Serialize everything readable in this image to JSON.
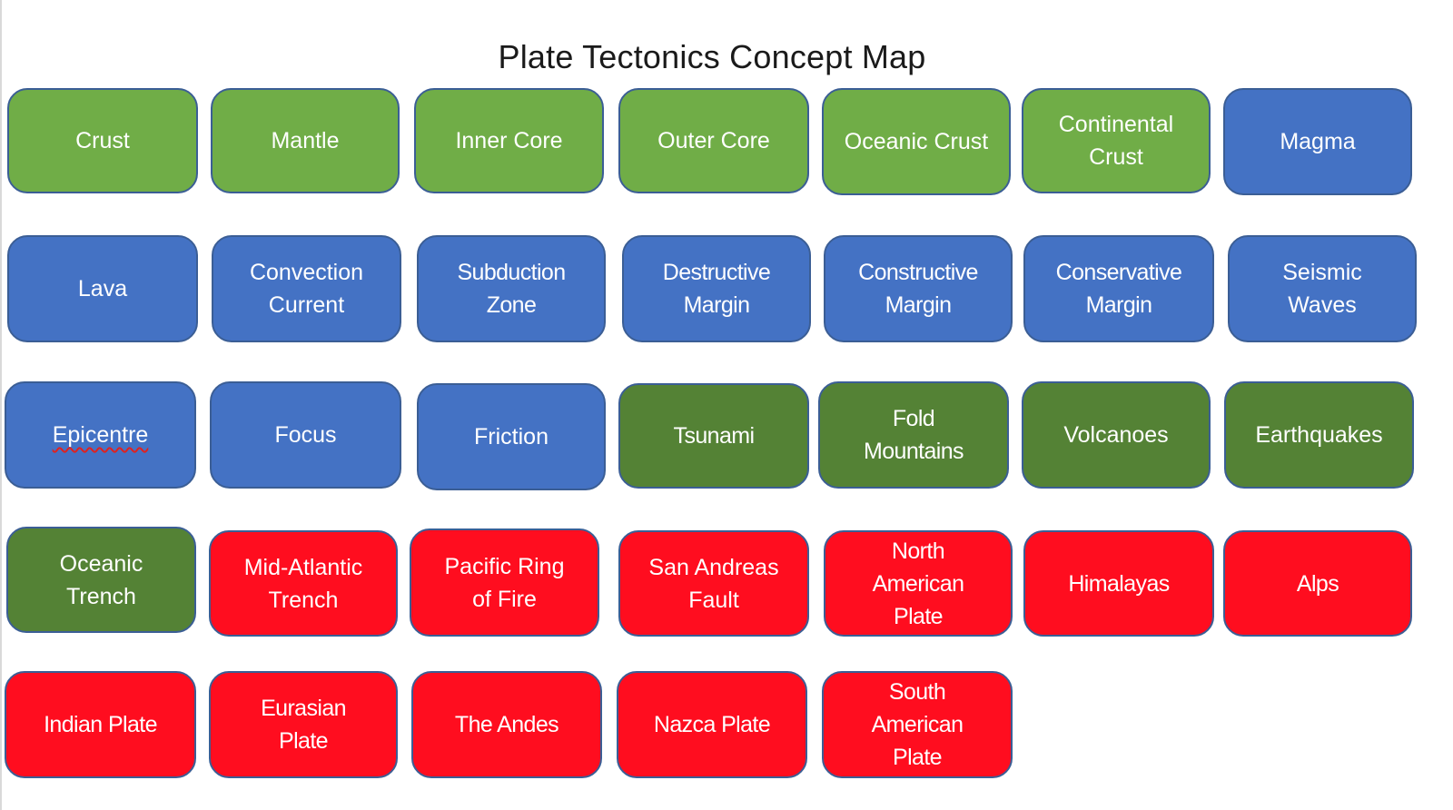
{
  "title": "Plate Tectonics Concept Map",
  "colors": {
    "light_green": "#70AD47",
    "blue": "#4472C4",
    "dark_green": "#548235",
    "red": "#FF0D1F",
    "border": "#3B5E95",
    "text": "#FFFFFF",
    "spellcheck_underline": "#E0211F"
  },
  "rows": [
    [
      {
        "label": "Crust",
        "category": "light_green"
      },
      {
        "label": "Mantle",
        "category": "light_green"
      },
      {
        "label": "Inner Core",
        "category": "light_green"
      },
      {
        "label": "Outer Core",
        "category": "light_green"
      },
      {
        "label": "Oceanic Crust",
        "category": "light_green"
      },
      {
        "label": "Continental\nCrust",
        "category": "light_green"
      },
      {
        "label": "Magma",
        "category": "blue"
      }
    ],
    [
      {
        "label": "Lava",
        "category": "blue"
      },
      {
        "label": "Convection\nCurrent",
        "category": "blue"
      },
      {
        "label": "Subduction\nZone",
        "category": "blue"
      },
      {
        "label": "Destructive\nMargin",
        "category": "blue"
      },
      {
        "label": "Constructive\nMargin",
        "category": "blue"
      },
      {
        "label": "Conservative\nMargin",
        "category": "blue"
      },
      {
        "label": "Seismic\nWaves",
        "category": "blue"
      }
    ],
    [
      {
        "label": "Epicentre",
        "category": "blue",
        "spellcheck_flag": true
      },
      {
        "label": "Focus",
        "category": "blue"
      },
      {
        "label": "Friction",
        "category": "blue"
      },
      {
        "label": "Tsunami",
        "category": "dark_green"
      },
      {
        "label": "Fold\nMountains",
        "category": "dark_green"
      },
      {
        "label": "Volcanoes",
        "category": "dark_green"
      },
      {
        "label": "Earthquakes",
        "category": "dark_green"
      }
    ],
    [
      {
        "label": "Oceanic\nTrench",
        "category": "dark_green"
      },
      {
        "label": "Mid-Atlantic\nTrench",
        "category": "red"
      },
      {
        "label": "Pacific Ring\nof Fire",
        "category": "red"
      },
      {
        "label": "San Andreas\nFault",
        "category": "red"
      },
      {
        "label": "North\nAmerican\nPlate",
        "category": "red"
      },
      {
        "label": "Himalayas",
        "category": "red"
      },
      {
        "label": "Alps",
        "category": "red"
      }
    ],
    [
      {
        "label": "Indian Plate",
        "category": "red"
      },
      {
        "label": "Eurasian\nPlate",
        "category": "red"
      },
      {
        "label": "The Andes",
        "category": "red"
      },
      {
        "label": "Nazca Plate",
        "category": "red"
      },
      {
        "label": "South\nAmerican\nPlate",
        "category": "red"
      }
    ]
  ]
}
